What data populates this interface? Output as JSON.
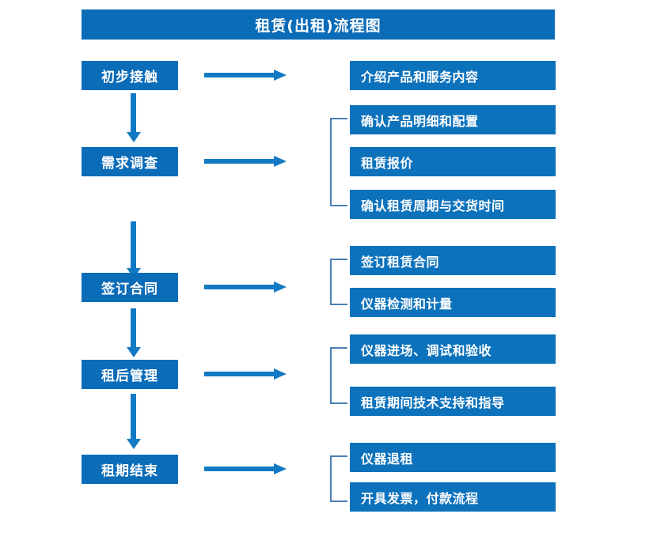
{
  "diagram": {
    "title": "租赁(出租)流程图",
    "type": "flowchart",
    "colors": {
      "title_bar": "#0B6CB8",
      "stage_box": "#0B6CB8",
      "detail_box": "#0D72BC",
      "arrow": "#1379C4",
      "bracket": "#4A7EB5",
      "text": "#FFFFFF",
      "background": "#FFFFFF"
    },
    "stages": [
      {
        "id": "stage-1",
        "label": "初步接触",
        "details": [
          "介绍产品和服务内容"
        ],
        "bracketed": false
      },
      {
        "id": "stage-2",
        "label": "需求调查",
        "details": [
          "确认产品明细和配置",
          "租赁报价",
          "确认租赁周期与交货时间"
        ],
        "bracketed": true
      },
      {
        "id": "stage-3",
        "label": "签订合同",
        "details": [
          "签订租赁合同",
          "仪器检测和计量"
        ],
        "bracketed": true
      },
      {
        "id": "stage-4",
        "label": "租后管理",
        "details": [
          "仪器进场、调试和验收",
          "租赁期间技术支持和指导"
        ],
        "bracketed": true
      },
      {
        "id": "stage-5",
        "label": "租期结束",
        "details": [
          "仪器退租",
          "开具发票，付款流程"
        ],
        "bracketed": true
      }
    ],
    "flow_order": [
      "初步接触",
      "需求调查",
      "签订合同",
      "租后管理",
      "租期结束"
    ]
  }
}
